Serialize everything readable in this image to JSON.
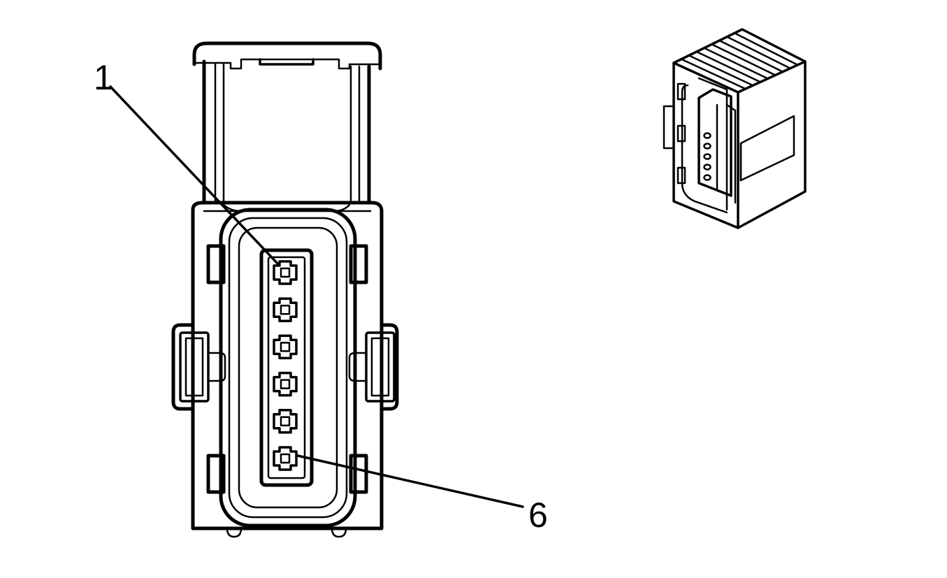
{
  "callouts": {
    "pin_first": {
      "label": "1",
      "pin": 1
    },
    "pin_last": {
      "label": "6",
      "pin": 6
    }
  },
  "connector": {
    "cavity_count": 6,
    "ink_color": "#000000",
    "background_color": "#ffffff"
  }
}
